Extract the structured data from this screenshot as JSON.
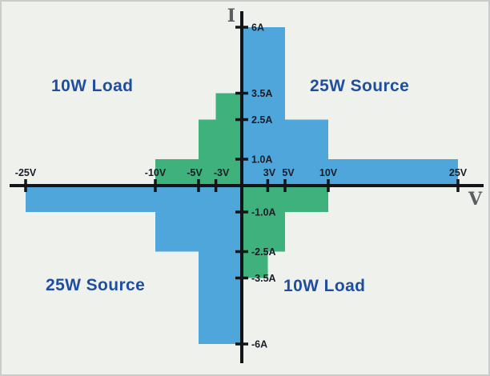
{
  "chart_data": {
    "type": "area",
    "subtype": "four-quadrant V-I operating envelope (staircase power limits)",
    "title": "",
    "xlabel": "V",
    "ylabel": "I",
    "xlim": [
      -27,
      28
    ],
    "ylim": [
      -6.6,
      6.6
    ],
    "grid": false,
    "legend": false,
    "x_ticks": [
      {
        "v": -25,
        "label": "-25V"
      },
      {
        "v": -10,
        "label": "-10V"
      },
      {
        "v": -5,
        "label": "-5V"
      },
      {
        "v": -3,
        "label": "-3V"
      },
      {
        "v": 3,
        "label": "3V"
      },
      {
        "v": 5,
        "label": "5V"
      },
      {
        "v": 10,
        "label": "10V"
      },
      {
        "v": 25,
        "label": "25V"
      }
    ],
    "y_ticks": [
      {
        "v": 6,
        "label": "6A"
      },
      {
        "v": 3.5,
        "label": "3.5A"
      },
      {
        "v": 2.5,
        "label": "2.5A"
      },
      {
        "v": 1,
        "label": "1.0A"
      },
      {
        "v": -1,
        "label": "-1.0A"
      },
      {
        "v": -2.5,
        "label": "-2.5A"
      },
      {
        "v": -3.5,
        "label": "-3.5A"
      },
      {
        "v": -6,
        "label": "-6A"
      }
    ],
    "regions": [
      {
        "name": "source-25w-quadrant1",
        "role": "25W Source",
        "color": "blue",
        "steps": [
          [
            0,
            5,
            6
          ],
          [
            5,
            10,
            2.5
          ],
          [
            10,
            25,
            1
          ]
        ]
      },
      {
        "name": "source-25w-quadrant3",
        "role": "25W Source",
        "color": "blue",
        "steps": [
          [
            -5,
            0,
            -6
          ],
          [
            -10,
            -5,
            -2.5
          ],
          [
            -25,
            -10,
            -1
          ]
        ]
      },
      {
        "name": "load-10w-quadrant2",
        "role": "10W Load",
        "color": "green",
        "steps": [
          [
            -3,
            0,
            3.5
          ],
          [
            -5,
            -3,
            2.5
          ],
          [
            -10,
            -5,
            1
          ]
        ]
      },
      {
        "name": "load-10w-quadrant4",
        "role": "10W Load",
        "color": "green",
        "steps": [
          [
            0,
            3,
            -3.5
          ],
          [
            3,
            5,
            -2.5
          ],
          [
            5,
            10,
            -1
          ]
        ]
      }
    ],
    "quadrant_labels": [
      {
        "position": "top-left",
        "text": "10W Load"
      },
      {
        "position": "top-right",
        "text": "25W Source"
      },
      {
        "position": "bottom-left",
        "text": "25W Source"
      },
      {
        "position": "bottom-right",
        "text": "10W Load"
      }
    ]
  },
  "colors": {
    "blue": "#4ea6db",
    "green": "#3eb17c",
    "quadrant_text": "#1f4e9e",
    "axis": "#141419",
    "tick_text": "#1b1c26",
    "axis_letter": "#5c5d61",
    "background": "#eff1ed",
    "border": "#c9cccb"
  }
}
